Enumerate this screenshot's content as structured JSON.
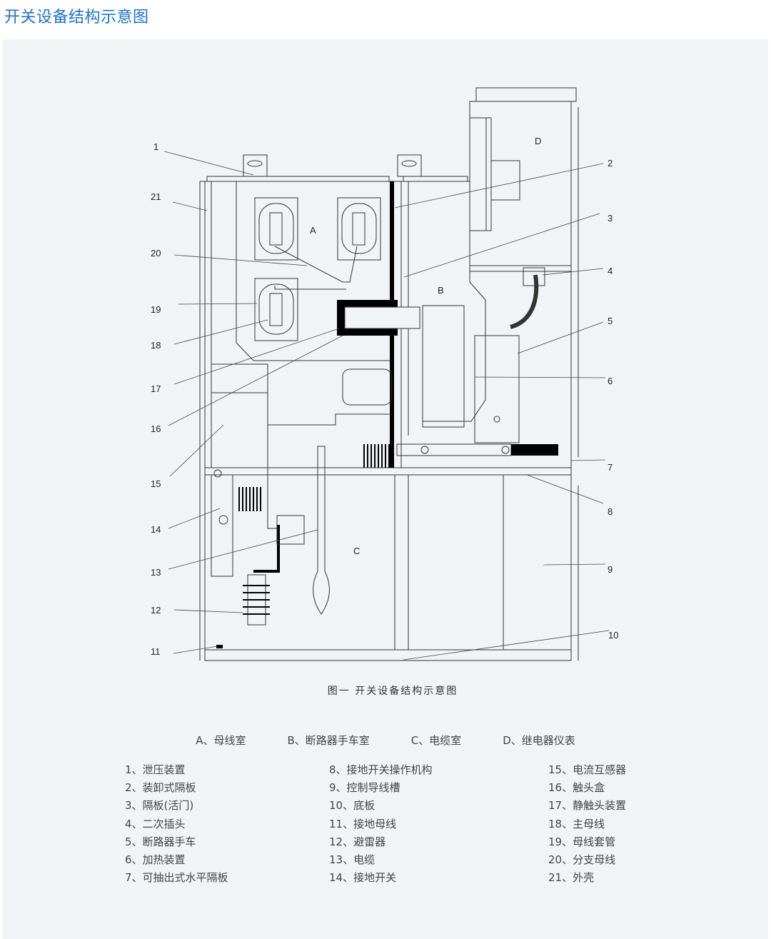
{
  "header": {
    "title": "开关设备结构示意图"
  },
  "diagram": {
    "caption": "图一 开关设备结构示意图",
    "region_letters": [
      "A",
      "B",
      "C",
      "D"
    ],
    "callouts_left": [
      "1",
      "21",
      "20",
      "19",
      "18",
      "17",
      "16",
      "15",
      "14",
      "13",
      "12",
      "11"
    ],
    "callouts_right": [
      "2",
      "3",
      "4",
      "5",
      "6",
      "7",
      "8",
      "9",
      "10"
    ]
  },
  "legend": {
    "areas": [
      "A、母线室",
      "B、断路器手车室",
      "C、电缆室",
      "D、继电器仪表"
    ],
    "col1": [
      "1、泄压装置",
      "2、装卸式隔板",
      "3、隔板(活门)",
      "4、二次插头",
      "5、断路器手车",
      "6、加热装置",
      "7、可抽出式水平隔板"
    ],
    "col2": [
      "8、接地开关操作机构",
      "9、控制导线槽",
      "10、底板",
      "11、接地母线",
      "12、避雷器",
      "13、电缆",
      "14、接地开关"
    ],
    "col3": [
      "15、电流互感器",
      "16、触头盒",
      "17、静触头装置",
      "18、主母线",
      "19、母线套管",
      "20、分支母线",
      "21、外壳"
    ]
  }
}
